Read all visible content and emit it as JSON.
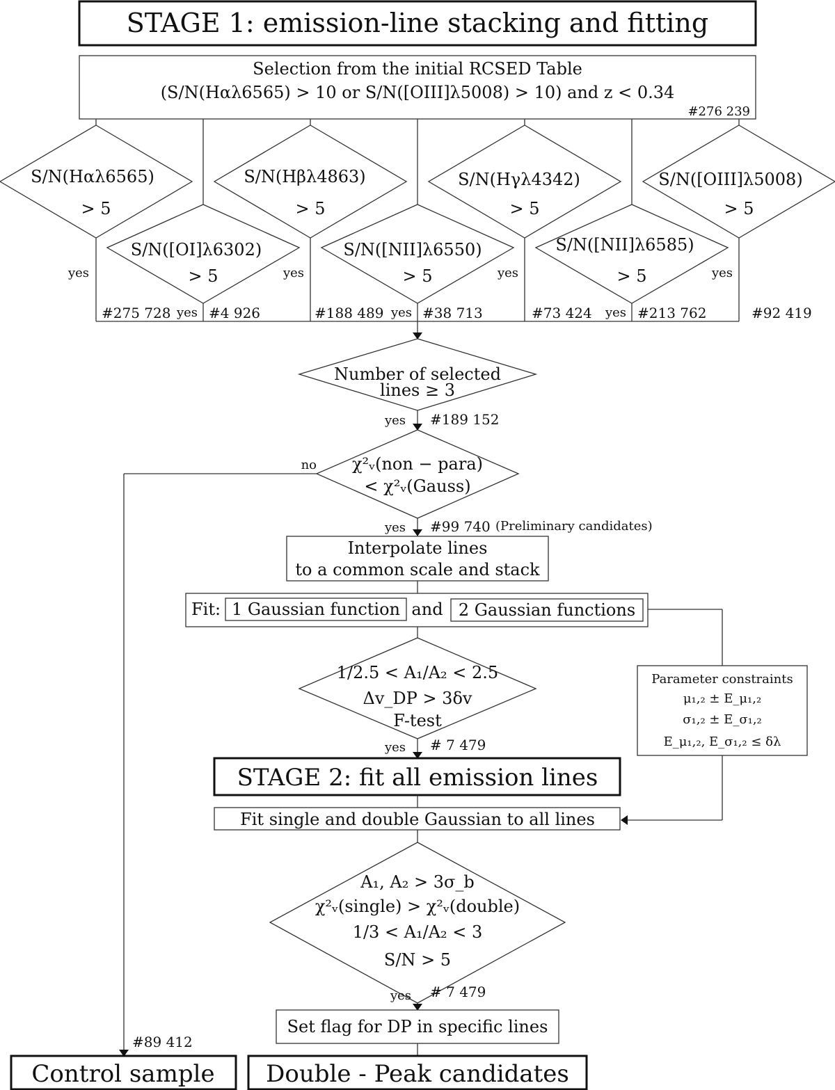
{
  "stage1": {
    "title_bold": "STAGE 1",
    "title_rest": ": emission-line stacking and fitting"
  },
  "selection": {
    "line1": "Selection from the initial RCSED Table",
    "line2": "(S/N(Hαλ6565) > 10 or S/N([OIII]λ5008) > 10) and z < 0.34",
    "count": "#276 239"
  },
  "line_checks": [
    {
      "label": "S/N(Hαλ6565)",
      "cond": "> 5",
      "count": "#275 728"
    },
    {
      "label": "S/N([OI]λ6302)",
      "cond": "> 5",
      "count": "#4 926"
    },
    {
      "label": "S/N(Hβλ4863)",
      "cond": "> 5",
      "count": "#188 489"
    },
    {
      "label": "S/N([NII]λ6550)",
      "cond": "> 5",
      "count": "#38 713"
    },
    {
      "label": "S/N(Hγλ4342)",
      "cond": "> 5",
      "count": "#73 424"
    },
    {
      "label": "S/N([NII]λ6585)",
      "cond": "> 5",
      "count": "#213 762"
    },
    {
      "label": "S/N([OIII]λ5008)",
      "cond": "> 5",
      "count": "#92 419"
    }
  ],
  "yes_label": "yes",
  "no_label": "no",
  "num_lines": {
    "line1": "Number of selected",
    "line2": "lines ≥ 3",
    "count": "#189 152"
  },
  "chi_test": {
    "line1": "χ²ᵥ(non − para)",
    "line2": "< χ²ᵥ(Gauss)",
    "count": "#99 740",
    "note": "(Preliminary candidates)"
  },
  "interpolate": {
    "line1": "Interpolate lines",
    "line2": "to a common scale and stack"
  },
  "fit": {
    "prefix": "Fit:",
    "option1": "1 Gaussian function",
    "joiner": "and",
    "option2": "2 Gaussian functions"
  },
  "dp_test": {
    "line1": "1/2.5 < A₁/A₂ < 2.5",
    "line2": "Δv_DP > 3δv",
    "line3": "F-test",
    "count": "# 7 479"
  },
  "constraints": {
    "title": "Parameter constraints",
    "line1": "μ₁,₂ ± E_μ₁,₂",
    "line2": "σ₁,₂ ± E_σ₁,₂",
    "line3": "E_μ₁,₂, E_σ₁,₂ ≤ δλ"
  },
  "stage2": {
    "title_bold": "STAGE 2",
    "title_rest": ": fit all emission lines"
  },
  "fit_all": "Fit single and double Gaussian to all lines",
  "final_test": {
    "line1": "A₁, A₂ > 3σ_b",
    "line2": "χ²ᵥ(single) > χ²ᵥ(double)",
    "line3": "1/3 < A₁/A₂ < 3",
    "line4": "S/N > 5",
    "count": "# 7 479"
  },
  "set_flag": "Set flag for DP in specific lines",
  "control": {
    "label": "Control sample",
    "count": "#89 412"
  },
  "dp_candidates": "Double - Peak candidates"
}
